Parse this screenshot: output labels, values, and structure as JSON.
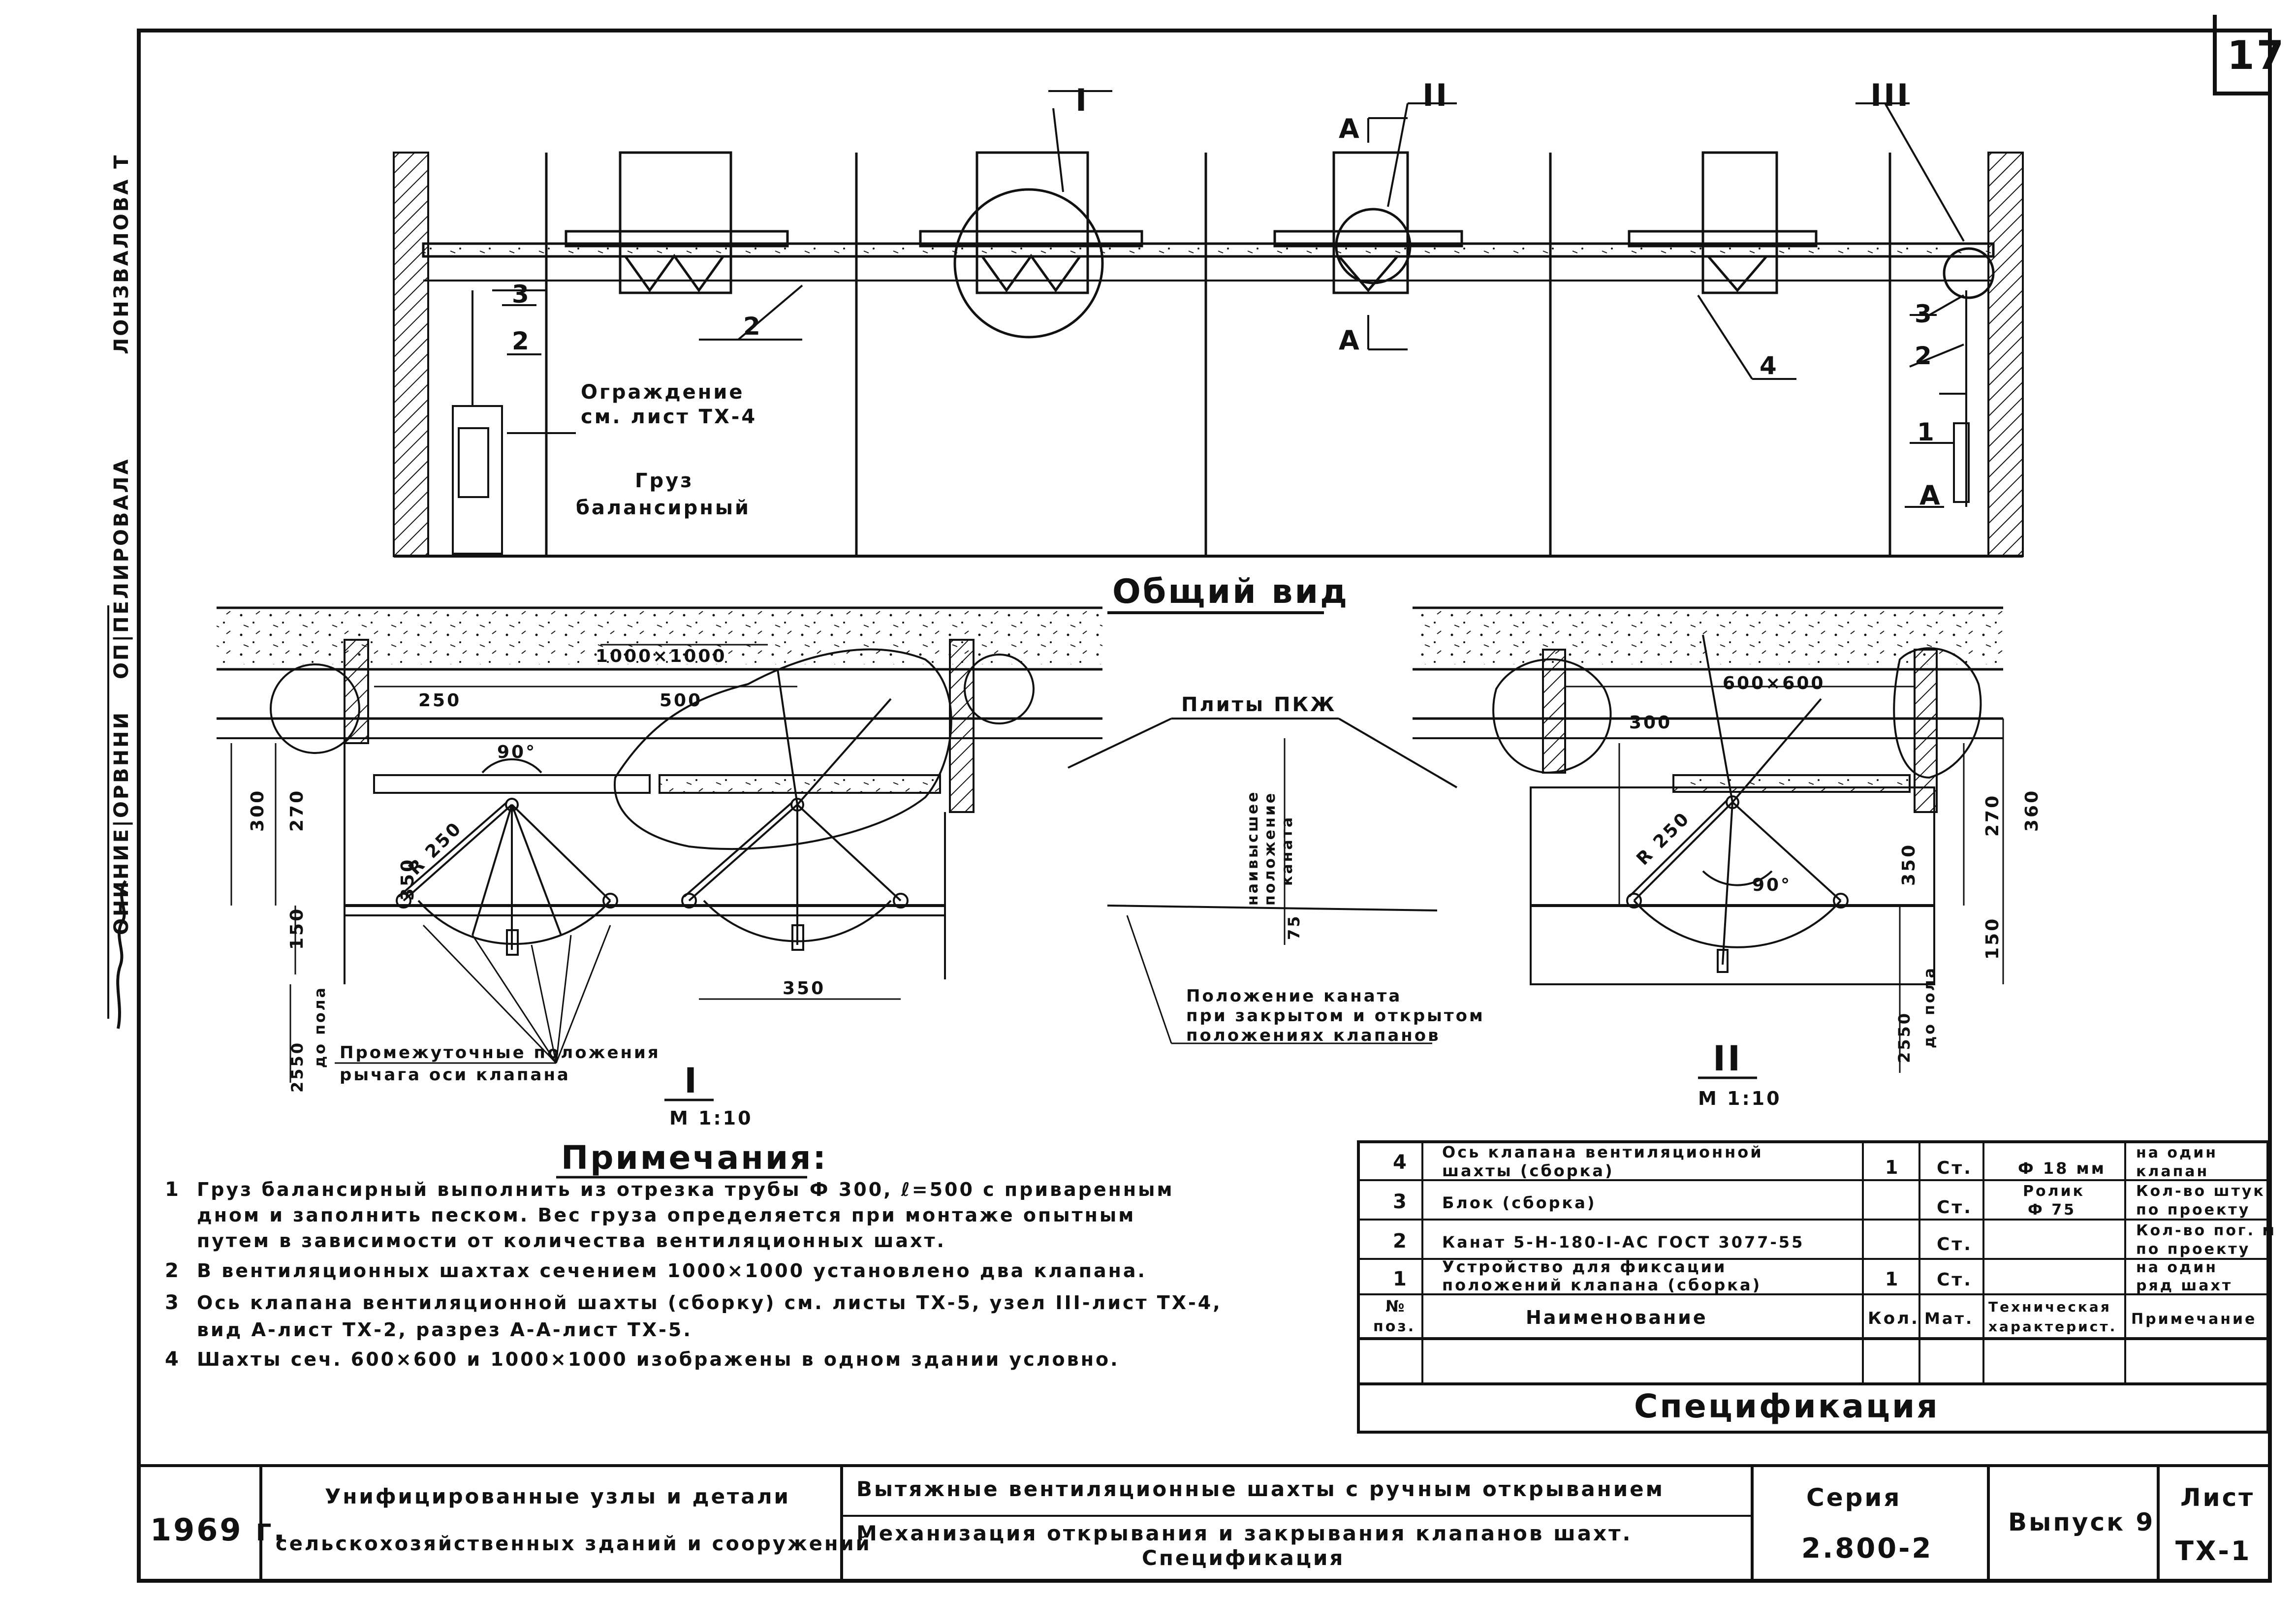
{
  "sheet_corner_number": "17",
  "side_stamps": {
    "stamp1": "ЛОНЗВАЛОВА Т",
    "stamp2": "ОП|ПЕЛИРОВАЛА",
    "stamp3": "ОНИНИЕ|ОРВННИ"
  },
  "general_view": {
    "title": "Общий вид",
    "node_I": "I",
    "node_II": "II",
    "node_III": "III",
    "section_A_top": "А",
    "section_A_bottom": "А",
    "section_A_right": "А",
    "pos_3_left": "3",
    "pos_2_left": "2",
    "pos_2_mid": "2",
    "pos_4": "4",
    "pos_3_right": "3",
    "pos_2_right": "2",
    "pos_1_right": "1",
    "guard_label_1": "Ограждение",
    "guard_label_2": "см. лист ТХ-4",
    "weight_label_1": "Груз",
    "weight_label_2": "балансирный"
  },
  "detail_I": {
    "size": "1000×1000",
    "dim_250": "250",
    "dim_500": "500",
    "dim_300": "300",
    "dim_270": "270",
    "dim_350": "350",
    "dim_150": "150",
    "dim_350b": "350",
    "angle": "90°",
    "radius": "R 250",
    "floor_level_1": "2550",
    "floor_level_2": "до пола",
    "inter_label_1": "Промежуточные положения",
    "inter_label_2": "рычага оси клапана",
    "roman": "I",
    "scale": "М 1:10"
  },
  "center_labels": {
    "slabs": "Плиты ПКЖ",
    "highest_1": "наивысшее",
    "highest_2": "положение",
    "highest_3": "каната",
    "dim_75": "75",
    "rope_1": "Положение каната",
    "rope_2": "при закрытом и открытом",
    "rope_3": "положениях клапанов"
  },
  "detail_II": {
    "size": "600×600",
    "dim_300": "300",
    "dim_270": "270",
    "dim_360": "360",
    "dim_350": "350",
    "dim_150": "150",
    "angle": "90°",
    "radius": "R 250",
    "floor_level_1": "2550",
    "floor_level_2": "до пола",
    "roman": "II",
    "scale": "М 1:10"
  },
  "notes": {
    "title": "Примечания:",
    "n1_num": "1",
    "n1_l1": "Груз балансирный выполнить из отрезка трубы Ф 300, ℓ=500 с приваренным",
    "n1_l2": "дном и заполнить песком. Вес груза определяется при монтаже опытным",
    "n1_l3": "путем в зависимости от количества вентиляционных шахт.",
    "n2_num": "2",
    "n2_l1": "В вентиляционных шахтах сечением 1000×1000 установлено два клапана.",
    "n3_num": "3",
    "n3_l1": "Ось клапана вентиляционной шахты (сборку) см. листы ТХ-5, узел III-лист ТХ-4,",
    "n3_l2": "вид А-лист ТХ-2, разрез А-А-лист ТХ-5.",
    "n4_num": "4",
    "n4_l1": "Шахты сеч. 600×600 и 1000×1000 изображены в одном здании условно."
  },
  "spec": {
    "title": "Спецификация",
    "header": {
      "pos_1": "№",
      "pos_2": "поз.",
      "name": "Наименование",
      "qty": "Кол.",
      "mat": "Мат.",
      "char_1": "Техническая",
      "char_2": "характерист.",
      "note": "Примечание"
    },
    "rows": [
      {
        "pos": "4",
        "name_1": "Ось клапана вентиляционной",
        "name_2": "шахты (сборка)",
        "qty": "1",
        "mat": "Ст.",
        "char_1": "Ф 18 мм",
        "char_2": "",
        "note_1": "на один",
        "note_2": "клапан"
      },
      {
        "pos": "3",
        "name_1": "Блок (сборка)",
        "name_2": "",
        "qty": "",
        "mat": "Ст.",
        "char_1": "Ролик",
        "char_2": "Ф 75",
        "note_1": "Кол-во штук",
        "note_2": "по проекту"
      },
      {
        "pos": "2",
        "name_1": "Канат 5-Н-180-I-АС ГОСТ 3077-55",
        "name_2": "",
        "qty": "",
        "mat": "Ст.",
        "char_1": "",
        "char_2": "",
        "note_1": "Кол-во пог. м",
        "note_2": "по проекту"
      },
      {
        "pos": "1",
        "name_1": "Устройство для фиксации",
        "name_2": "положений клапана (сборка)",
        "qty": "1",
        "mat": "Ст.",
        "char_1": "",
        "char_2": "",
        "note_1": "на один",
        "note_2": "ряд шахт"
      }
    ]
  },
  "title_block": {
    "year": "1969 г.",
    "org_1": "Унифицированные узлы и детали",
    "org_2": "сельскохозяйственных зданий и сооружений",
    "desc_1": "Вытяжные вентиляционные шахты с ручным открыванием",
    "desc_2": "Механизация открывания и закрывания клапанов шахт.",
    "desc_3": "Спецификация",
    "series_label": "Серия",
    "series_value": "2.800-2",
    "issue": "Выпуск 9",
    "sheet_label": "Лист",
    "sheet_value": "ТХ-1"
  }
}
